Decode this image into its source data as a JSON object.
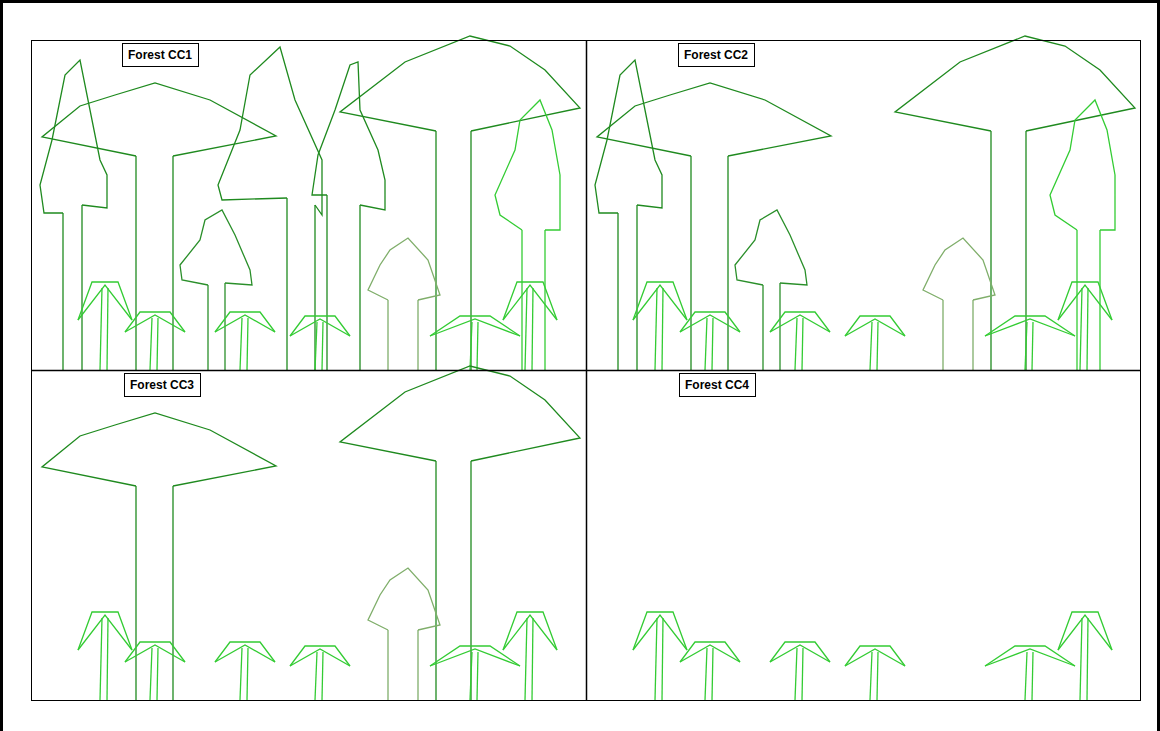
{
  "diagram": {
    "nodes": [
      {
        "text": [
          "Forest CC1"
        ]
      },
      {
        "text": [
          "Forest CC2"
        ]
      },
      {
        "text": [
          "Forest CC3"
        ]
      },
      {
        "text": [
          "Forest CC4"
        ]
      }
    ]
  }
}
